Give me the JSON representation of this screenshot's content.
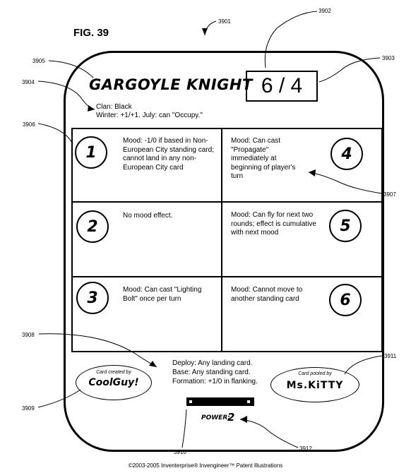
{
  "figure": {
    "label": "FIG. 39",
    "refs": {
      "r3901": "3901",
      "r3902": "3902",
      "r3903": "3903",
      "r3904": "3904",
      "r3905": "3905",
      "r3906": "3906",
      "r3907": "3907",
      "r3908": "3908",
      "r3909": "3909",
      "r3910": "3910",
      "r3911": "3911",
      "r3912": "3912"
    }
  },
  "card": {
    "title": "GARGOYLE KNIGHT",
    "stats": "6 / 4",
    "clan": "Clan:  Black",
    "seasons": "Winter:  +1/+1.  July: can \"Occupy.\"",
    "moods": [
      {
        "number": "1",
        "text": "Mood:  -1/0 if based in Non-European City standing card; cannot land in any non-European City card"
      },
      {
        "number": "4",
        "text": "Mood:  Can cast \"Propagate\" immediately at beginning of player's turn"
      },
      {
        "number": "2",
        "text": "No mood effect."
      },
      {
        "number": "5",
        "text": "Mood:  Can fly for next two rounds; effect is cumulative with next mood"
      },
      {
        "number": "3",
        "text": "Mood: Can cast \"Lighting Bolt\" once per turn"
      },
      {
        "number": "6",
        "text": "Mood:  Cannot move to another standing card"
      }
    ],
    "deploy": "Deploy:  Any landing card.",
    "base": "Base:  Any standing card.",
    "formation": "Formation: +1/0 in flanking.",
    "created_caption": "Card created by",
    "creator": "CoolGuy!",
    "pooled_caption": "Card pooled by",
    "pooler": "Ms.KiTTY",
    "power_label": "POWER:",
    "power_value": "2"
  },
  "footer": "©2003-2005 Inventerprise® Invengineer™ Patent Illustrations"
}
